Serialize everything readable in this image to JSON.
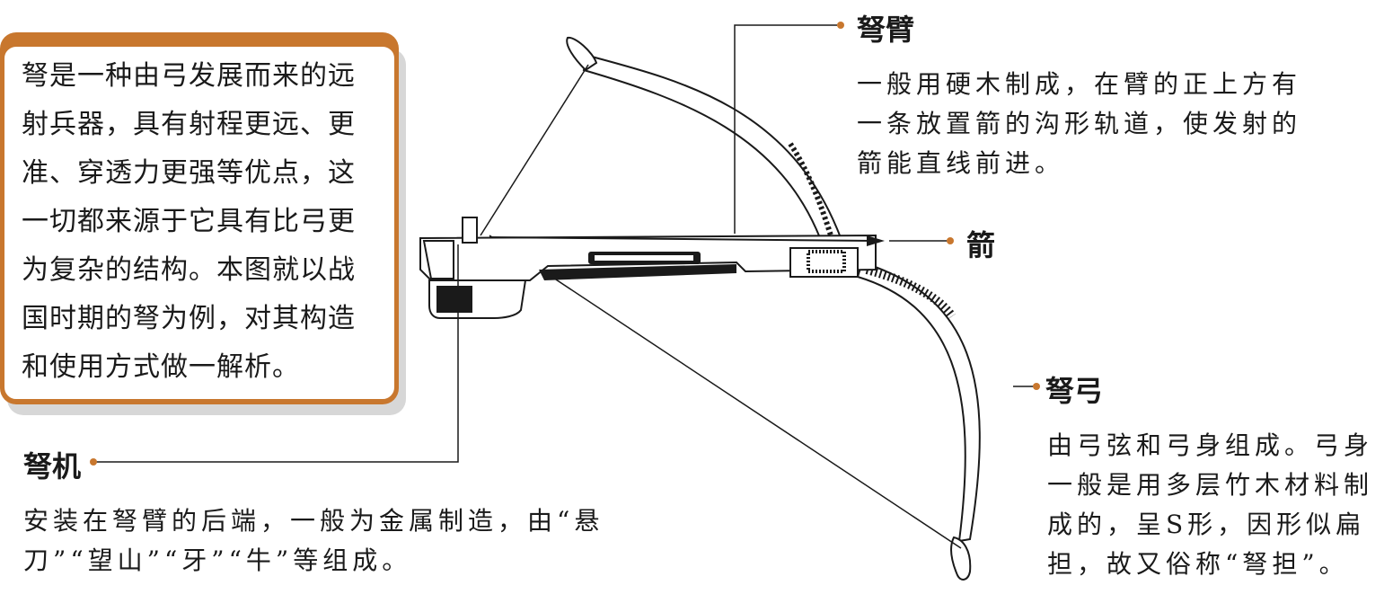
{
  "intro": {
    "text": "弩是一种由弓发展而来的远射兵器，具有射程更远、更准、穿透力更强等优点，这一切都来源于它具有比弓更为复杂的结构。本图就以战国时期的弩为例，对其构造和使用方式做一解析。"
  },
  "labels": {
    "arm": {
      "title": "弩臂",
      "desc": "一般用硬木制成，在臂的正上方有一条放置箭的沟形轨道，使发射的箭能直线前进。"
    },
    "arrow": {
      "title": "箭"
    },
    "bow": {
      "title": "弩弓",
      "desc": "由弓弦和弓身组成。弓身一般是用多层竹木材料制成的，呈S形，因形似扁担，故又俗称“弩担”。"
    },
    "trigger": {
      "title": "弩机",
      "desc": "安装在弩臂的后端，一般为金属制造，由“悬刀”“望山”“牙”“牛”等组成。"
    }
  },
  "colors": {
    "accent": "#c8772e",
    "line": "#1a1a1a"
  }
}
